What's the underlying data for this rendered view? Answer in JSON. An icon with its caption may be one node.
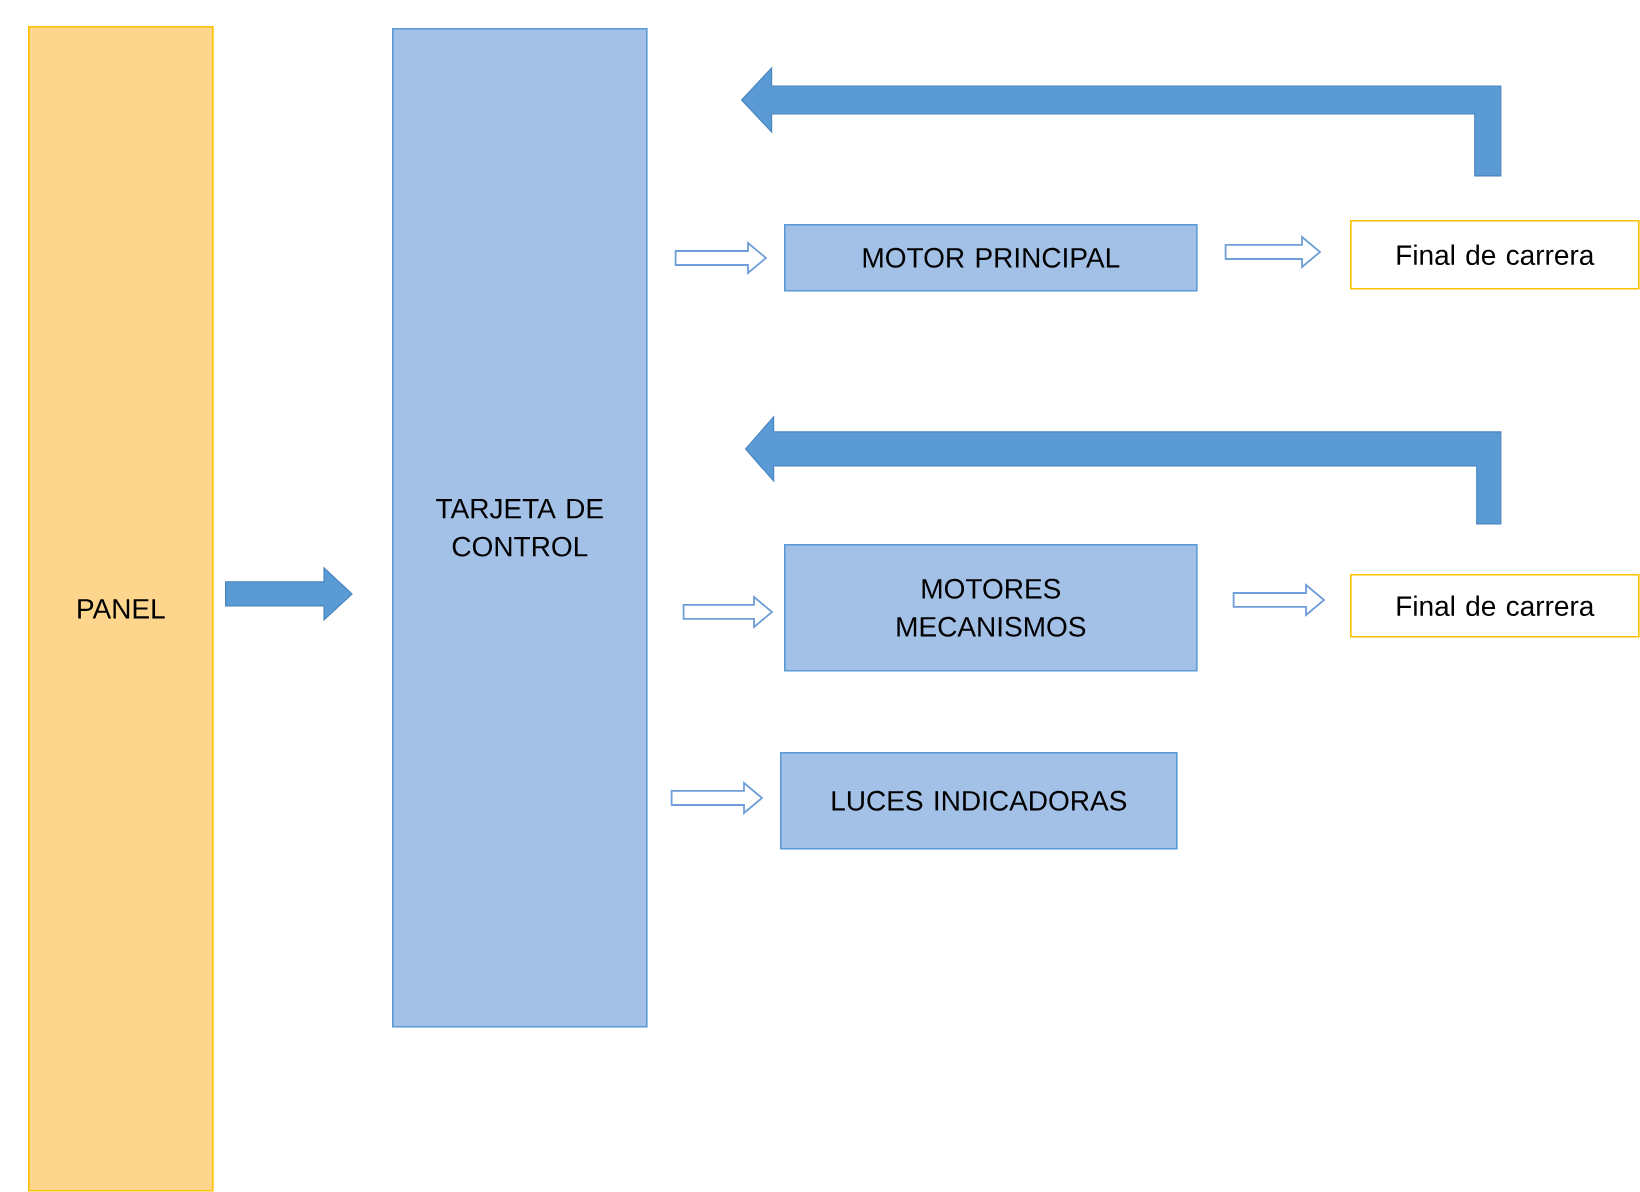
{
  "diagram": {
    "nodes": [
      {
        "text": [
          "PANEL"
        ]
      },
      {
        "text": [
          "TARJETA DE CONTROL"
        ]
      },
      {
        "text": [
          "MOTOR PRINCIPAL"
        ]
      },
      {
        "text": [
          "Final de carrera"
        ]
      },
      {
        "text": [
          "MOTORES MECANISMOS"
        ]
      },
      {
        "text": [
          "Final de carrera"
        ]
      },
      {
        "text": [
          "LUCES INDICADORAS"
        ]
      }
    ],
    "edges": [
      {
        "from": 0,
        "to": 1,
        "arrow": "to",
        "style": "thick"
      },
      {
        "from": 1,
        "to": 2,
        "arrow": "to"
      },
      {
        "from": 2,
        "to": 3,
        "arrow": "to"
      },
      {
        "from": 3,
        "to": 1,
        "arrow": "to",
        "style": "thick"
      },
      {
        "from": 1,
        "to": 4,
        "arrow": "to"
      },
      {
        "from": 4,
        "to": 5,
        "arrow": "to"
      },
      {
        "from": 5,
        "to": 1,
        "arrow": "to",
        "style": "thick"
      },
      {
        "from": 1,
        "to": 6,
        "arrow": "to"
      }
    ]
  }
}
